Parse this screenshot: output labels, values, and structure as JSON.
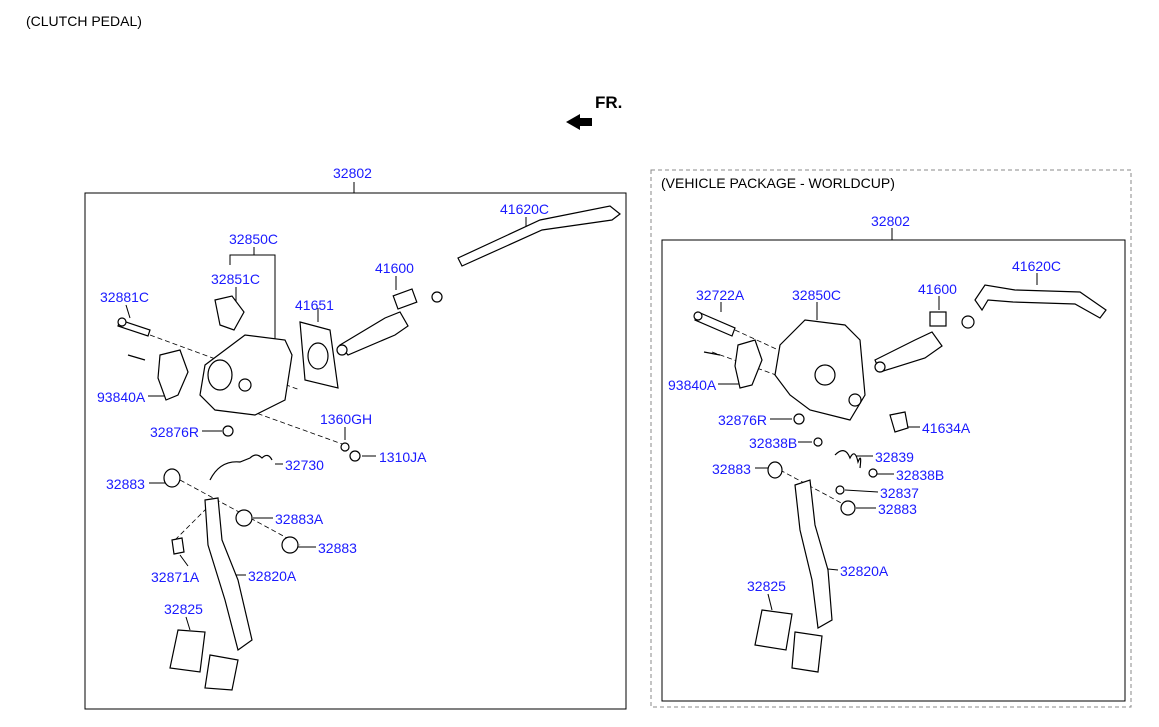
{
  "diagram_title": "(CLUTCH PEDAL)",
  "front_marker": "FR.",
  "package_label": "(VEHICLE PACKAGE - WORLDCUP)",
  "left_panel": {
    "assembly": "32802",
    "labels": {
      "clutch_pedal_bracket": "32850C",
      "bracket_sub": "32851C",
      "pivot_bolt": "32881C",
      "switch": "93840A",
      "stopper": "32876R",
      "spring": "32730",
      "bushing_1": "32883",
      "bushing_a": "32883A",
      "bushing_2": "32883",
      "clip": "32871A",
      "pedal_arm": "32820A",
      "pedal_pad": "32825",
      "gasket": "41651",
      "master_cylinder": "41600",
      "hose": "41620C",
      "bolt": "1360GH",
      "nut": "1310JA"
    }
  },
  "right_panel": {
    "assembly": "32802",
    "labels": {
      "pivot_bolt": "32722A",
      "clutch_pedal_bracket": "32850C",
      "master_cylinder": "41600",
      "hose": "41620C",
      "switch": "93840A",
      "stopper": "32876R",
      "bracket_clip": "41634A",
      "bushing_b1": "32838B",
      "spring": "32839",
      "bushing_b2": "32838B",
      "bushing_1": "32883",
      "nut": "32837",
      "bushing_2": "32883",
      "pedal_arm": "32820A",
      "pedal_pad": "32825"
    }
  },
  "colors": {
    "label": "#1a1aff",
    "line": "#000000",
    "frame": "#000000",
    "dashed_frame": "#888888"
  }
}
